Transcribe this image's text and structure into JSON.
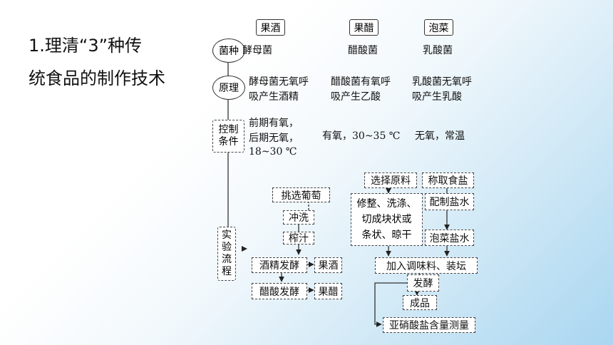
{
  "slide": {
    "title_line1": "1.理清“3”种传",
    "title_line2": "统食品的制作技术"
  },
  "diagram": {
    "headers": [
      "果酒",
      "果醋",
      "泡菜"
    ],
    "rows": {
      "strain": {
        "label": "菌种",
        "cells": [
          "酵母菌",
          "醋酸菌",
          "乳酸菌"
        ]
      },
      "principle": {
        "label": "原理",
        "cells": [
          [
            "酵母菌无氧呼",
            "吸产生酒精"
          ],
          [
            "醋酸菌有氧呼",
            "吸产生乙酸"
          ],
          [
            "乳酸菌无氧呼",
            "吸产生乳酸"
          ]
        ]
      },
      "conditions": {
        "label": [
          "控制",
          "条件"
        ],
        "cells": [
          [
            "前期有氧，",
            "后期无氧，",
            "18~30 ℃"
          ],
          "有氧，30~35 ℃",
          "无氧，常温"
        ]
      },
      "process": {
        "label": [
          "实",
          "验",
          "流",
          "程"
        ]
      }
    },
    "wine_vinegar_flow": {
      "steps": [
        "挑选葡萄",
        "冲洗",
        "榨汁",
        "酒精发酵",
        "醋酸发酵"
      ],
      "outputs": [
        "果酒",
        "果醋"
      ]
    },
    "pickle_flow": {
      "select_material": "选择原料",
      "prep": [
        "修整、洗涤、",
        "切成块状或",
        "条状、晾干"
      ],
      "salt": "称取食盐",
      "brine_mix": "配制盐水",
      "brine": "泡菜盐水",
      "season": "加入调味料、装坛",
      "ferment": "发酵",
      "product": "成品",
      "nitrite": "亚硝酸盐含量测量"
    }
  }
}
